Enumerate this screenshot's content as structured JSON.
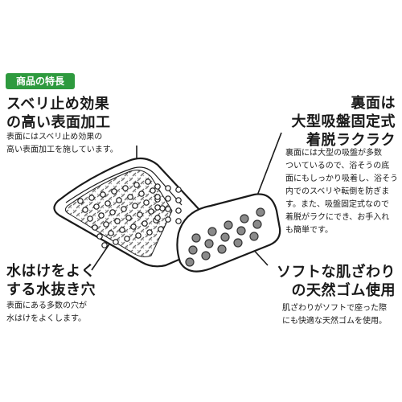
{
  "badge": "商品の特長",
  "feature1": {
    "title_line1": "スベリ止め効果",
    "title_line2": "の高い表面加工",
    "desc_line1": "表面にはスベリ止め効果の",
    "desc_line2": "高い表面加工を施しています。"
  },
  "feature2": {
    "title_line1": "裏面は",
    "title_line2": "大型吸盤固定式",
    "title_line3": "着脱ラクラク",
    "desc_lines": [
      "裏面には大型の吸盤が多数",
      "ついているので、浴そうの底",
      "面にもしっかり吸着し、浴そう",
      "内でのスベリや転倒を防ぎま",
      "す。また、吸盤固定式なので",
      "着脱がラクにでき、お手入れ",
      "も簡単です。"
    ]
  },
  "feature3": {
    "title_line1": "水はけをよく",
    "title_line2": "する水抜き穴",
    "desc_line1": "表面にある多数の穴が",
    "desc_line2": "水はけをよくします。"
  },
  "feature4": {
    "title_line1": "ソフトな肌ざわり",
    "title_line2": "の天然ゴム使用",
    "desc_line1": "肌ざわりがソフトで座った際",
    "desc_line2": "にも快適な天然ゴムを使用。"
  },
  "colors": {
    "badge": "#2e9a3e",
    "text": "#1a1a1a",
    "mat": "#ffffff",
    "suction_cup": "#8a8a8a"
  },
  "icons": [
    "bath-mat-illustration",
    "suction-cup-icon",
    "drain-hole-icon",
    "callout-line-icon"
  ]
}
